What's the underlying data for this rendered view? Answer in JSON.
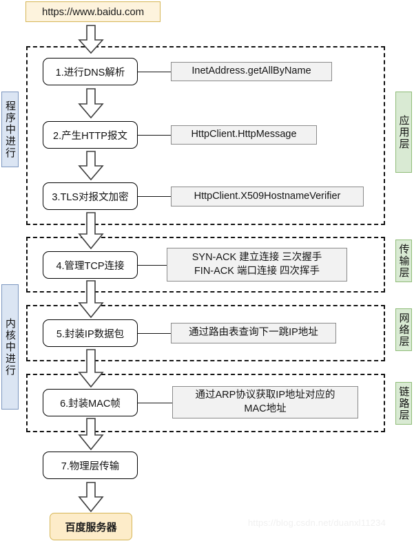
{
  "diagram": {
    "title": "HTTP request network stack flow",
    "url_box": {
      "label": "https://www.baidu.com"
    },
    "server_box": {
      "label": "百度服务器"
    },
    "watermark": "https://blog.csdn.net/duanxl11234",
    "steps": [
      {
        "id": "step1",
        "label": "1.进行DNS解析"
      },
      {
        "id": "step2",
        "label": "2.产生HTTP报文"
      },
      {
        "id": "step3",
        "label": "3.TLS对报文加密"
      },
      {
        "id": "step4",
        "label": "4.管理TCP连接"
      },
      {
        "id": "step5",
        "label": "5.封装IP数据包"
      },
      {
        "id": "step6",
        "label": "6.封装MAC帧"
      },
      {
        "id": "step7",
        "label": "7.物理层传输"
      }
    ],
    "notes": [
      {
        "id": "note1",
        "label": "InetAddress.getAllByName"
      },
      {
        "id": "note2",
        "label": "HttpClient.HttpMessage"
      },
      {
        "id": "note3",
        "label": "HttpClient.X509HostnameVerifier"
      },
      {
        "id": "note4",
        "label": "SYN-ACK 建立连接 三次握手\nFIN-ACK 端口连接 四次挥手"
      },
      {
        "id": "note5",
        "label": "通过路由表查询下一跳IP地址"
      },
      {
        "id": "note6",
        "label": "通过ARP协议获取IP地址对应的\nMAC地址"
      }
    ],
    "left_labels": [
      {
        "id": "program",
        "label": "程序中进行"
      },
      {
        "id": "kernel",
        "label": "内核中进行"
      }
    ],
    "right_labels": [
      {
        "id": "application-layer",
        "label": "应用层"
      },
      {
        "id": "transport-layer",
        "label": "传输层"
      },
      {
        "id": "network-layer",
        "label": "网络层"
      },
      {
        "id": "link-layer",
        "label": "链路层"
      }
    ],
    "colors": {
      "url_fill": "#fdf3dd",
      "url_stroke": "#d6b656",
      "server_fill": "#fdecc9",
      "note_fill": "#f2f2f2",
      "note_stroke": "#8a8a8a",
      "left_fill": "#dbe5f3",
      "left_stroke": "#7c96bf",
      "right_fill": "#d9ead3",
      "right_stroke": "#8fbc78",
      "line": "#111111"
    }
  }
}
